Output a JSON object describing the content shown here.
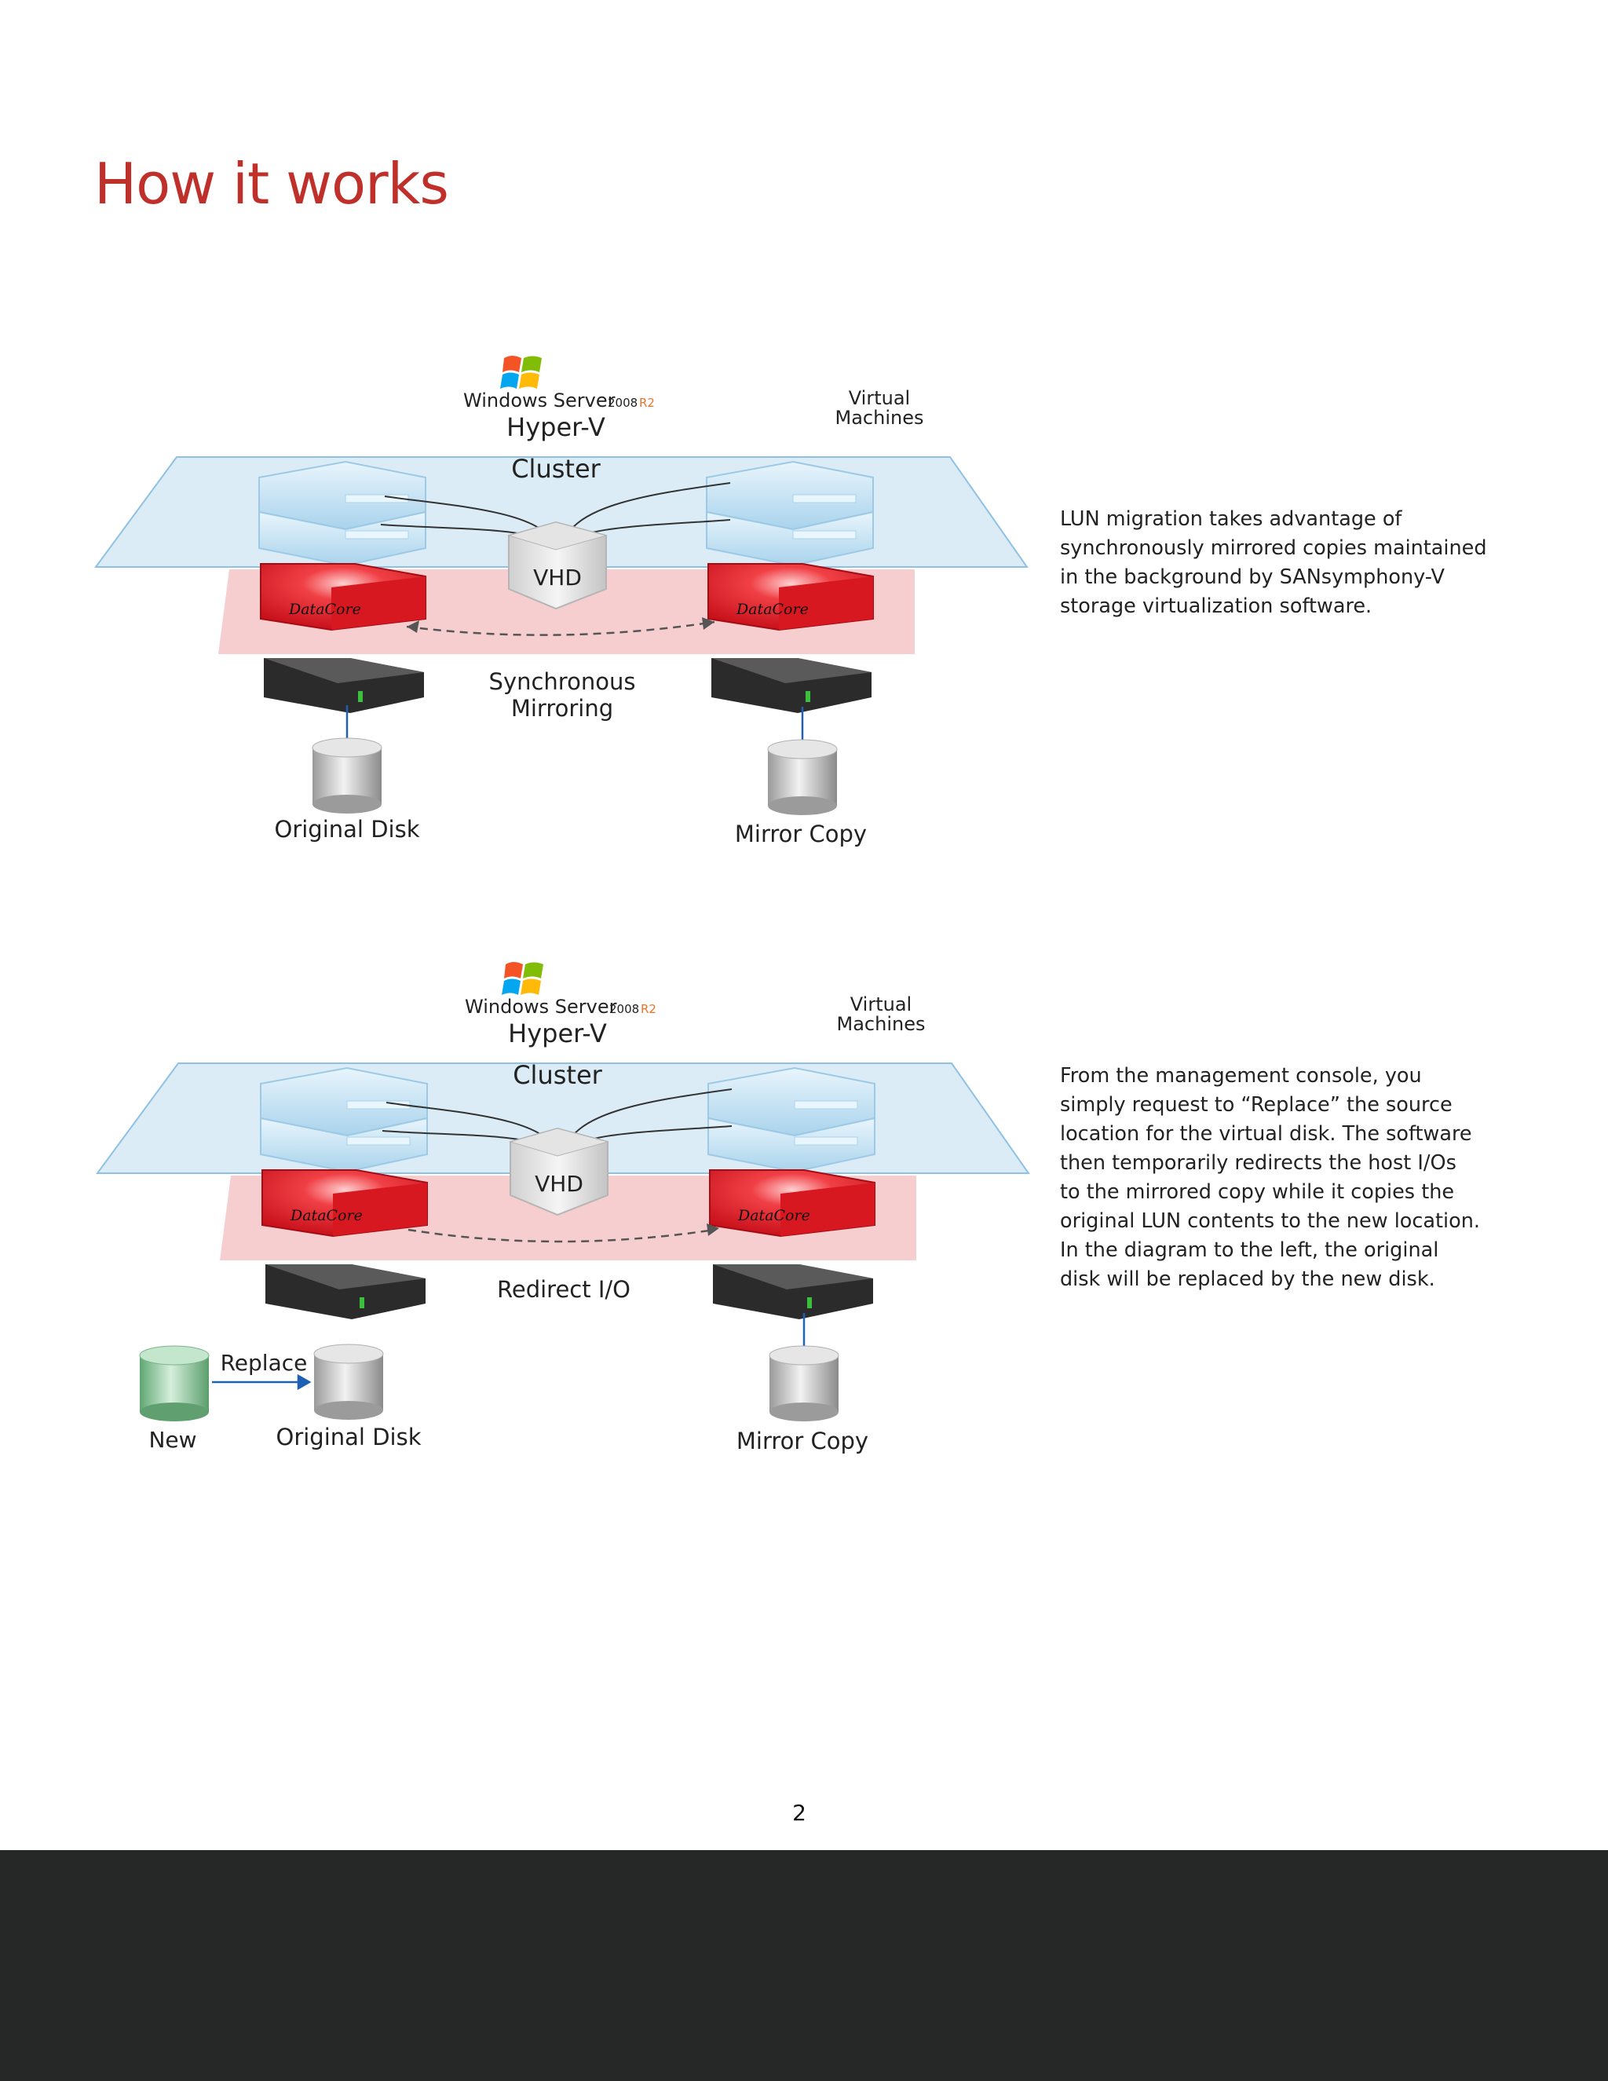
{
  "page": {
    "title": "How it works",
    "page_number": "2"
  },
  "diagram1": {
    "brand_windows": "Windows Server",
    "brand_version": "2008",
    "brand_release": "R2",
    "hyperv": "Hyper-V",
    "cluster": "Cluster",
    "vm_line1": "Virtual",
    "vm_line2": "Machines",
    "vhd": "VHD",
    "datacore": "DataCore",
    "sync_line1": "Synchronous",
    "sync_line2": "Mirroring",
    "original_disk": "Original Disk",
    "mirror_copy": "Mirror Copy"
  },
  "diagram2": {
    "brand_windows": "Windows Server",
    "brand_version": "2008",
    "brand_release": "R2",
    "hyperv": "Hyper-V",
    "cluster": "Cluster",
    "vm_line1": "Virtual",
    "vm_line2": "Machines",
    "vhd": "VHD",
    "datacore": "DataCore",
    "redirect": "Redirect I/O",
    "replace": "Replace",
    "new": "New",
    "original_disk": "Original Disk",
    "mirror_copy": "Mirror Copy"
  },
  "descriptions": {
    "first": [
      "LUN migration takes advantage of",
      "synchronously mirrored copies maintained",
      "in the background by SANsymphony-V",
      "storage virtualization software."
    ],
    "second": [
      "From the management console, you",
      "simply request to “Replace” the source",
      "location for the virtual disk. The software",
      "then temporarily redirects the host I/Os",
      "to the mirrored copy while it copies the",
      "original LUN contents to the new location.",
      "In the diagram to the left, the original",
      "disk will be replaced by the new disk."
    ]
  },
  "colors": {
    "title_red": "#c0302a",
    "footer_dark": "#262828",
    "datacore_red": "#e0141b",
    "cluster_blue": "#cfe6f4",
    "new_disk_green": "#8cc99e"
  }
}
